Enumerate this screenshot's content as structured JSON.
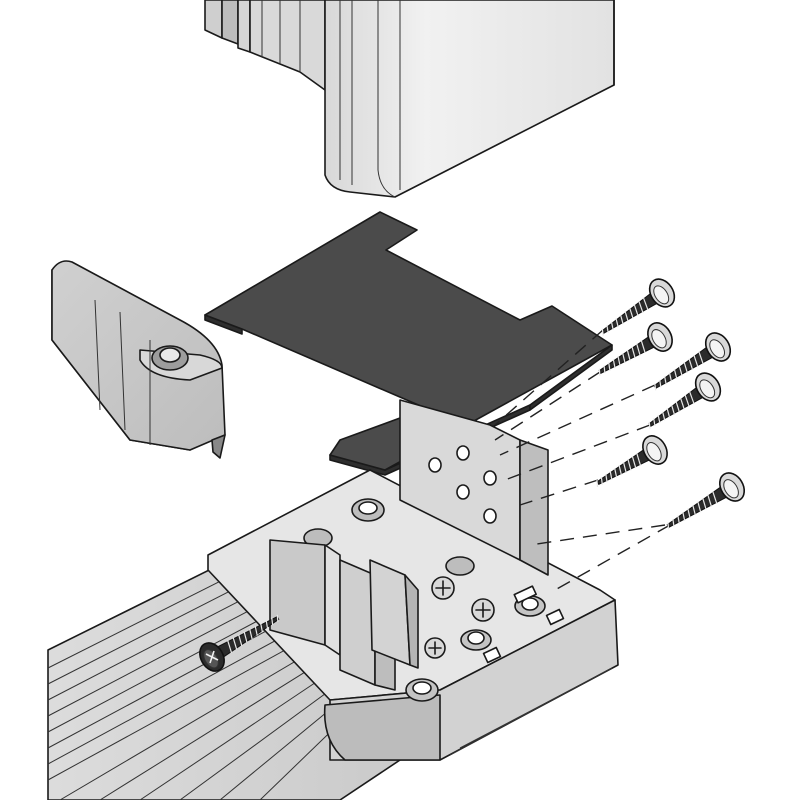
{
  "colors": {
    "background": "#ffffff",
    "outline": "#1a1a1a",
    "part_light": "#e4e4e4",
    "part_mid": "#cfcfcf",
    "part_dark": "#a9a9a9",
    "gasket": "#4a4a4a",
    "screw": "#2b2b2b"
  },
  "parts": [
    {
      "id": "upper-profile",
      "icon": "aluminium-profile"
    },
    {
      "id": "gasket-plate",
      "icon": "gasket"
    },
    {
      "id": "end-cap",
      "icon": "end-cap"
    },
    {
      "id": "mounting-bracket",
      "icon": "bracket"
    },
    {
      "id": "base-rail",
      "icon": "ribbed-rail"
    },
    {
      "id": "screws",
      "icon": "countersunk-screw",
      "count": 7
    }
  ]
}
